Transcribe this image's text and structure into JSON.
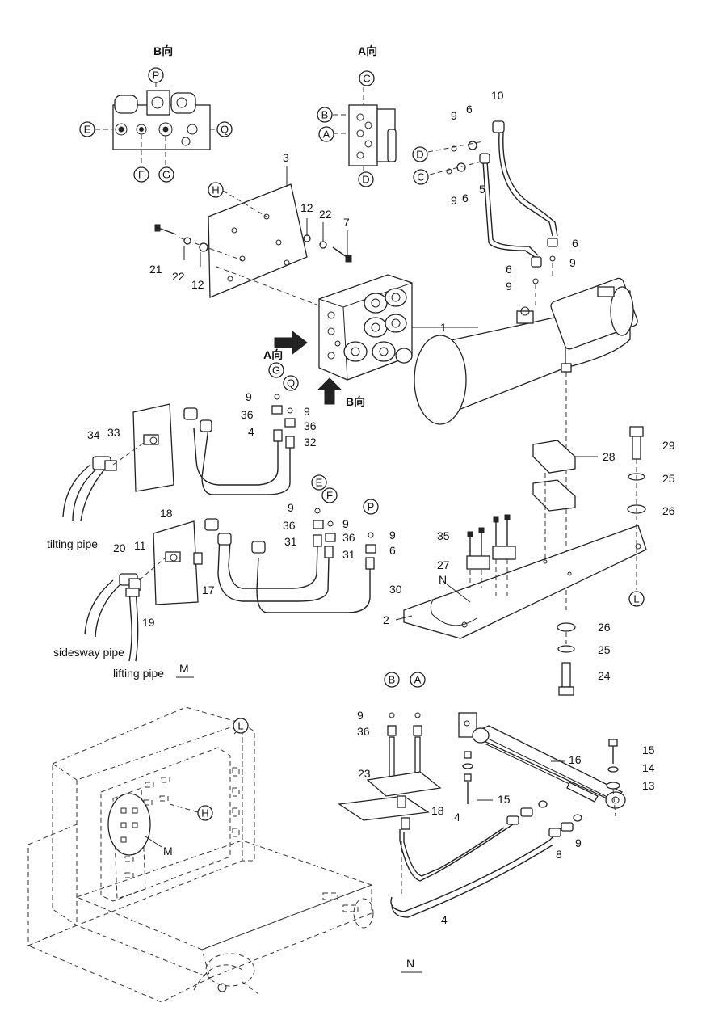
{
  "views": {
    "b_view": "B向",
    "a_view": "A向",
    "b_arrow": "B向",
    "a_arrow": "A向"
  },
  "ports": {
    "P": "P",
    "E": "E",
    "Q": "Q",
    "F": "F",
    "G": "G",
    "C": "C",
    "B": "B",
    "A": "A",
    "D": "D",
    "H": "H",
    "L": "L"
  },
  "callouts": {
    "n1": "1",
    "n2": "2",
    "n3": "3",
    "n4": "4",
    "n5": "5",
    "n6": "6",
    "n7": "7",
    "n8": "8",
    "n9": "9",
    "n10": "10",
    "n11": "11",
    "n12": "12",
    "n13": "13",
    "n14": "14",
    "n15": "15",
    "n16": "16",
    "n17": "17",
    "n18": "18",
    "n19": "19",
    "n20": "20",
    "n21": "21",
    "n22": "22",
    "n23": "23",
    "n24": "24",
    "n25": "25",
    "n26": "26",
    "n27": "27",
    "n28": "28",
    "n29": "29",
    "n30": "30",
    "n31": "31",
    "n32": "32",
    "n33": "33",
    "n34": "34",
    "n35": "35",
    "n36": "36",
    "N": "N",
    "M": "M"
  },
  "pipe_labels": {
    "tilting": "tilting pipe",
    "sidesway": "sidesway pipe",
    "lifting": "lifting pipe"
  },
  "section_labels": {
    "M": "M",
    "N": "N"
  },
  "icons": {
    "arrow_a": "thick-arrow-right-icon",
    "arrow_b": "thick-arrow-up-icon"
  }
}
